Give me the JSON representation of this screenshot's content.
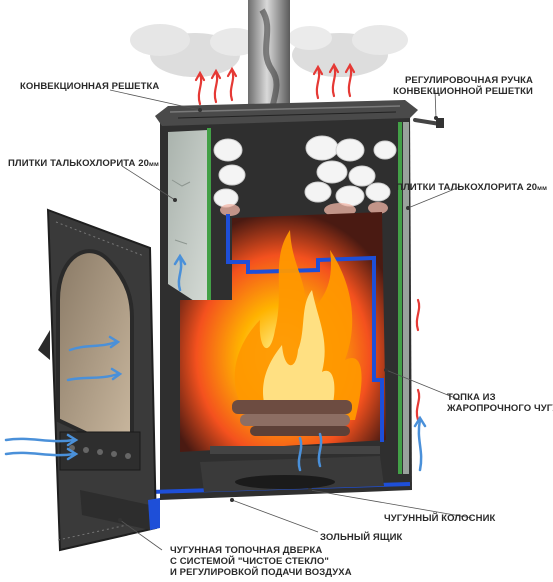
{
  "labels": {
    "convection_grate": "КОНВЕКЦИОННАЯ РЕШЕТКА",
    "adjust_handle_line1": "РЕГУЛИРОВОЧНАЯ РУЧКА",
    "adjust_handle_line2": "КОНВЕКЦИОННОЙ РЕШЕТКИ",
    "talc_tiles_left": "ПЛИТКИ ТАЛЬКОХЛОРИТА 20",
    "talc_tiles_right": "ПЛИТКИ ТАЛЬКОХЛОРИТА 20",
    "unit_mm": "мм",
    "firebox_line1": "ТОПКА ИЗ",
    "firebox_line2": "ЖАРОПРОЧНОГО ЧУГУНА",
    "grate": "ЧУГУННЫЙ КОЛОСНИК",
    "ash_box": "ЗОЛЬНЫЙ ЯЩИК",
    "door_line1": "ЧУГУННАЯ ТОПОЧНАЯ ДВЕРКА",
    "door_line2": "С СИСТЕМОЙ \"ЧИСТОЕ СТЕКЛО\"",
    "door_line3": "И РЕГУЛИРОВКОЙ ПОДАЧИ ВОЗДУХА"
  },
  "colors": {
    "hot_air": "#e53935",
    "cold_air": "#4a90d9",
    "cast_iron": "#3a3a3a",
    "insulation_blue": "#1e4fd8",
    "flame": "#ff9800"
  }
}
